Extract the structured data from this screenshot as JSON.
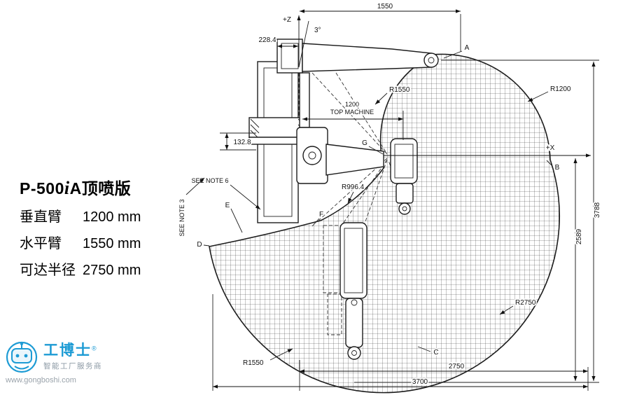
{
  "panel": {
    "model_prefix": "P-500",
    "model_i": "i",
    "model_suffix": "A",
    "variant": "顶喷版",
    "specs": [
      {
        "label": "垂直臂",
        "value": "1200 mm"
      },
      {
        "label": "水平臂",
        "value": "1550 mm"
      },
      {
        "label": "可达半径",
        "value": "2750 mm"
      }
    ]
  },
  "logo": {
    "name": "工博士",
    "registered": "®",
    "tagline": "智能工厂服务商",
    "website": "www.gongboshi.com",
    "brand_color": "#1d9bd4"
  },
  "diagram": {
    "axes": {
      "z": "+Z",
      "x": "+X"
    },
    "dims": {
      "top_span": "1550",
      "arm_offset": "228.4",
      "tilt_angle": "3°",
      "top_machine_value": "1200",
      "top_machine_label": "TOP MACHINE",
      "flange_height": "132.8",
      "total_height": "3788",
      "below_axis_height": "2589",
      "reach_right": "2750",
      "total_width": "3700"
    },
    "radii": {
      "wrist_top": "R1550",
      "upper_right": "R1200",
      "inner": "R996.4",
      "outer": "R2750",
      "bottom_left": "R1550"
    },
    "notes": {
      "note6": "SEE NOTE 6",
      "note3": "SEE NOTE 3"
    },
    "points": {
      "a": "A",
      "b": "B",
      "c": "C",
      "d": "D",
      "e": "E",
      "f": "F",
      "g": "G"
    }
  }
}
